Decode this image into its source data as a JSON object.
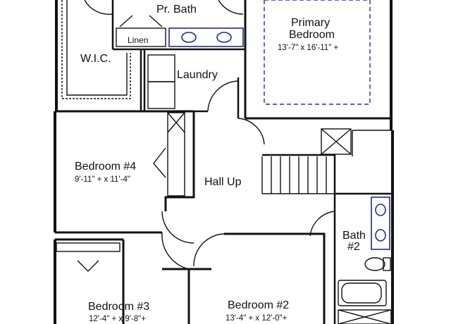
{
  "rooms": {
    "pr_bath": "Pr. Bath",
    "linen": "Linen",
    "wic": "W.I.C.",
    "laundry": "Laundry",
    "primary_bedroom": {
      "name_line1": "Primary",
      "name_line2": "Bedroom",
      "dims": "13'-7\" x 16'-11\" +"
    },
    "bedroom4": {
      "name": "Bedroom #4",
      "dims": "9'-11\" + x 11'-4\""
    },
    "hall_up": "Hall Up",
    "bath2": {
      "line1": "Bath",
      "line2": "#2"
    },
    "bedroom3": {
      "name": "Bedroom #3",
      "dims": "12'-4\" + x 9'-8\"+"
    },
    "bedroom2": {
      "name": "Bedroom #2",
      "dims": "13'-4\" + x 12'-0\"+"
    }
  },
  "colors": {
    "wall": "#111111",
    "fixture": "#1f2a8c",
    "dashed": "#2b2bb0"
  }
}
